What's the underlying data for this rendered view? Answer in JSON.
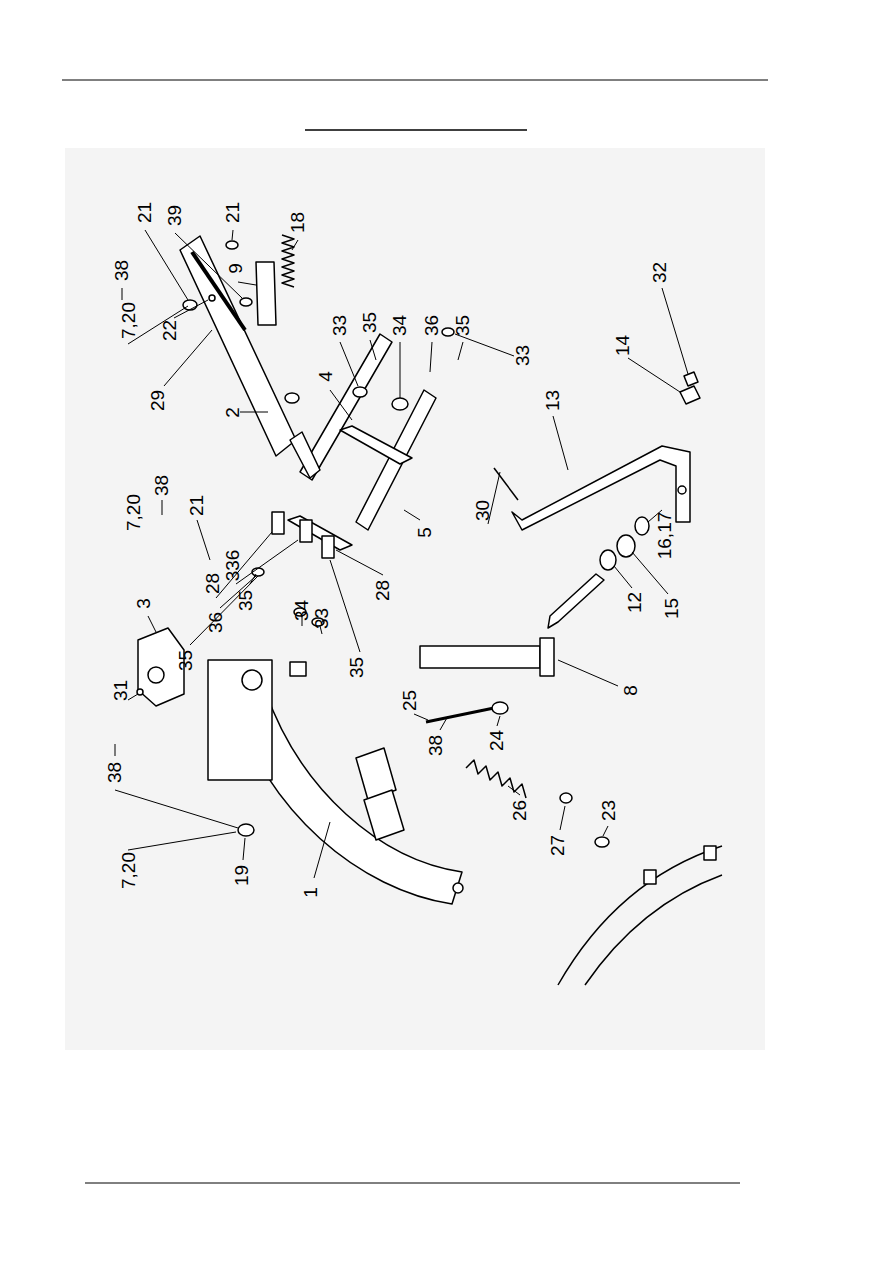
{
  "diagram": {
    "labels": [
      "21",
      "39",
      "21",
      "38",
      "9",
      "18",
      "7,20",
      "22",
      "29",
      "2",
      "33",
      "35",
      "34",
      "36",
      "35",
      "4",
      "33",
      "13",
      "14",
      "32",
      "30",
      "38",
      "7,20",
      "21",
      "28",
      "336",
      "35",
      "3",
      "35",
      "36",
      "31",
      "34",
      "33",
      "35",
      "28",
      "5",
      "25",
      "8",
      "38",
      "24",
      "26",
      "27",
      "23",
      "12",
      "15",
      "16,17",
      "1",
      "19",
      "38",
      "7,20"
    ]
  }
}
